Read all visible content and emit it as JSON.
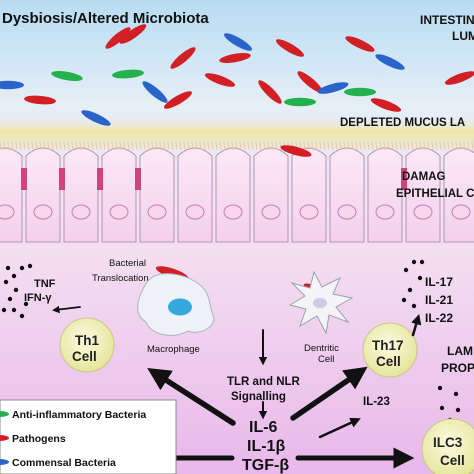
{
  "title": "Dysbiosis/Altered Microbiota",
  "lumen": [
    "INTESTIN",
    "LUM"
  ],
  "mucus": "DEPLETED MUCUS LA",
  "damage": [
    "DAMAG",
    "EPITHELIAL C"
  ],
  "translocation": [
    "Bacterial",
    "Translocation"
  ],
  "tnf": "TNF",
  "ifn": "IFN-γ",
  "th1": [
    "Th1",
    "Cell"
  ],
  "macrophage": "Macrophage",
  "dendritic": [
    "Dentritic",
    "Cell"
  ],
  "signalling": [
    "TLR and NLR",
    "Signalling"
  ],
  "th17": [
    "Th17",
    "Cell"
  ],
  "il17_group": [
    "IL-17",
    "IL-21",
    "IL-22"
  ],
  "lamina": [
    "LAM",
    "PROP"
  ],
  "il23": "IL-23",
  "cytokines": [
    "IL-6",
    "IL-1β",
    "TGF-β"
  ],
  "ilc3": [
    "ILC3",
    "Cell"
  ],
  "legend": [
    {
      "label": "Anti-inflammatory Bacteria",
      "color": "#22b14c"
    },
    {
      "label": "Pathogens",
      "color": "#d21f26"
    },
    {
      "label": "Commensal Bacteria",
      "color": "#2a63c9"
    }
  ],
  "colors": {
    "pathogen": "#d21f26",
    "commensal": "#2a63c9",
    "anti": "#22b14c",
    "tcell": "#f4f3b8",
    "tjunction": "#d2437c"
  }
}
